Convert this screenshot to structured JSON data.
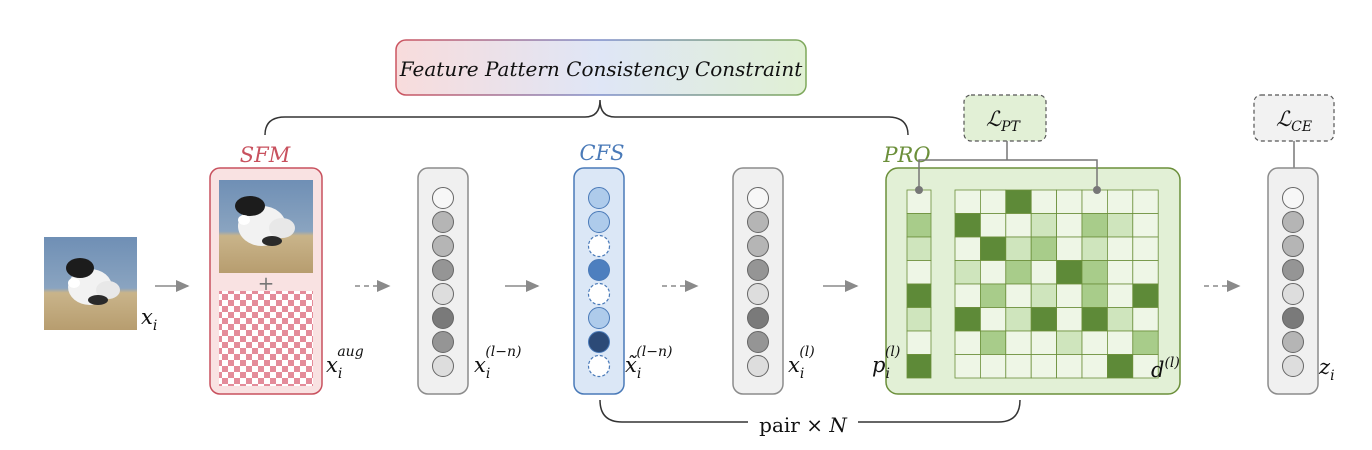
{
  "title": "Feature Pattern Consistency Constraint",
  "modules": {
    "sfm": "SFM",
    "cfs": "CFS",
    "pro": "PRO"
  },
  "losses": {
    "pt": {
      "sym": "ℒ",
      "sub": "PT"
    },
    "ce": {
      "sym": "ℒ",
      "sub": "CE"
    }
  },
  "labels": {
    "x_i": {
      "base": "x",
      "sub": "i",
      "sup": ""
    },
    "x_aug": {
      "base": "x",
      "sub": "i",
      "sup": "aug"
    },
    "x_ln": {
      "base": "x",
      "sub": "i",
      "sup": "(l−n)"
    },
    "xt_ln": {
      "base": "x̃",
      "sub": "i",
      "sup": "(l−n)"
    },
    "x_l": {
      "base": "x",
      "sub": "i",
      "sup": "(l)"
    },
    "p_l": {
      "base": "p",
      "sub": "i",
      "sup": "(l)"
    },
    "d_l": {
      "base": "d",
      "sub": "",
      "sup": "(l)"
    },
    "z_i": {
      "base": "z",
      "sub": "i",
      "sup": ""
    }
  },
  "pair_label": {
    "text": "pair × ",
    "n": "N"
  },
  "colors": {
    "sfm": "#c8515e",
    "cfs": "#4a7ab8",
    "pro": "#6b8f3a",
    "node_light": "#e6e6e6",
    "node_mid": "#b4b4b4",
    "node_dark": "#8a8a8a",
    "green_dark": "#5e8a38",
    "green_mid": "#a8cc8a",
    "green_light": "#d8ebc8",
    "green_pale": "#eef6e6"
  },
  "columns": {
    "col1": [
      "white",
      "mid",
      "mid",
      "dark",
      "light",
      "darker",
      "dark",
      "light"
    ],
    "col2": [
      "white",
      "mid",
      "mid",
      "dark",
      "light",
      "darker",
      "dark",
      "light"
    ],
    "col3": [
      "white",
      "mid",
      "mid",
      "dark",
      "light",
      "darker",
      "mid",
      "light"
    ],
    "cfs": [
      "b-light",
      "b-light",
      "dashed",
      "b-mid",
      "dashed",
      "b-light",
      "b-dark",
      "dashed"
    ]
  },
  "pvec": [
    "pale",
    "mid",
    "light",
    "pale",
    "dark",
    "light",
    "pale",
    "dark"
  ],
  "dmat": [
    [
      "pale",
      "pale",
      "dark",
      "pale",
      "pale",
      "pale",
      "pale",
      "pale"
    ],
    [
      "dark",
      "pale",
      "pale",
      "light",
      "pale",
      "mid",
      "light",
      "pale"
    ],
    [
      "pale",
      "dark",
      "light",
      "mid",
      "pale",
      "light",
      "pale",
      "pale"
    ],
    [
      "light",
      "pale",
      "mid",
      "pale",
      "dark",
      "mid",
      "pale",
      "pale"
    ],
    [
      "pale",
      "mid",
      "pale",
      "light",
      "pale",
      "mid",
      "pale",
      "dark"
    ],
    [
      "dark",
      "pale",
      "light",
      "dark",
      "pale",
      "dark",
      "light",
      "pale"
    ],
    [
      "pale",
      "mid",
      "pale",
      "pale",
      "light",
      "pale",
      "pale",
      "mid"
    ],
    [
      "pale",
      "pale",
      "pale",
      "pale",
      "pale",
      "pale",
      "dark",
      "pale"
    ]
  ]
}
